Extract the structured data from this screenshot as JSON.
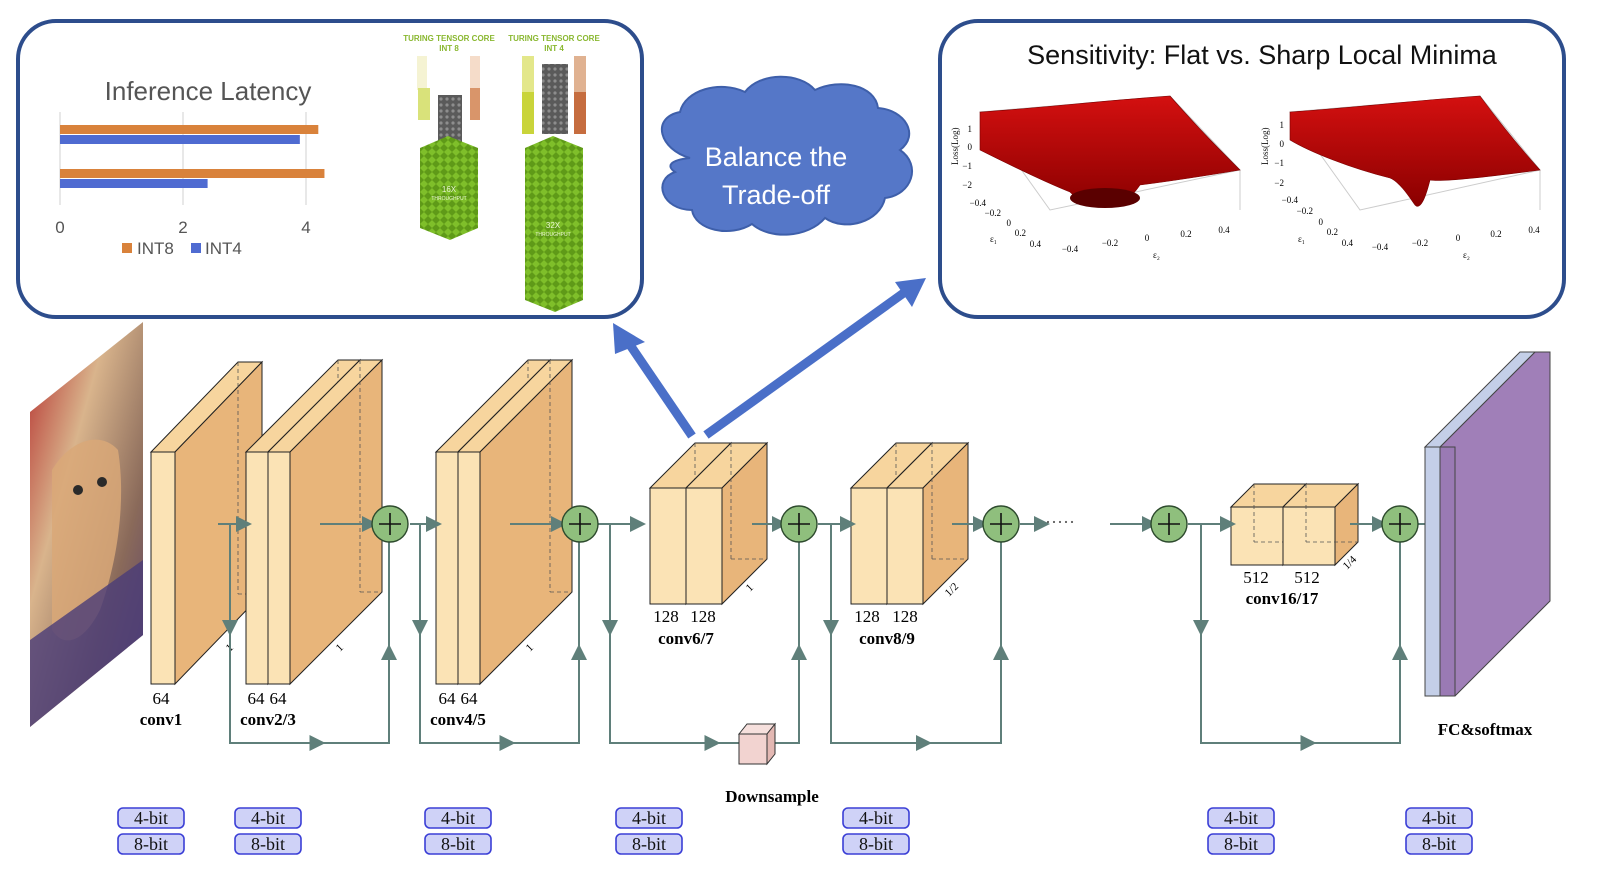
{
  "latency_panel": {
    "title": "Inference Latency",
    "legend": [
      "INT8",
      "INT4"
    ],
    "colors": {
      "INT8": "#d9823b",
      "INT4": "#4f6bd1"
    },
    "chart_data": {
      "type": "bar",
      "orientation": "horizontal",
      "title": "Inference Latency",
      "categories": [
        "",
        ""
      ],
      "series": [
        {
          "name": "INT8",
          "values": [
            4.2,
            4.3
          ]
        },
        {
          "name": "INT4",
          "values": [
            3.9,
            2.4
          ]
        }
      ],
      "xlim": [
        0,
        4.5
      ],
      "xticks": [
        0,
        2,
        4
      ],
      "grid": true,
      "legend_position": "bottom"
    },
    "core_int8": {
      "title_line1": "TURING TENSOR CORE",
      "title_line2": "INT 8",
      "throughput": "16X",
      "throughput_label": "THROUGHPUT"
    },
    "core_int4": {
      "title_line1": "TURING TENSOR CORE",
      "title_line2": "INT 4",
      "throughput": "32X",
      "throughput_label": "THROUGHPUT"
    }
  },
  "cloud_text": [
    "Balance the",
    "Trade-off"
  ],
  "sensitivity_panel": {
    "title": "Sensitivity: Flat vs. Sharp Local Minima",
    "zlabel": "Loss(Log)",
    "z_ticks": [
      "1",
      "0",
      "−1",
      "−2"
    ],
    "x_ticks": [
      "−0.4",
      "−0.2",
      "0",
      "0.2",
      "0.4"
    ],
    "y_ticks": [
      "−0.4",
      "−0.2",
      "0",
      "0.2",
      "0.4"
    ],
    "x_label": "ε₁",
    "y_label": "ε₂"
  },
  "layers": {
    "conv1": {
      "label": "conv1",
      "channels": [
        "64"
      ],
      "scale": "1"
    },
    "conv2_3": {
      "label": "conv2/3",
      "channels": [
        "64",
        "64"
      ],
      "scale": "1"
    },
    "conv4_5": {
      "label": "conv4/5",
      "channels": [
        "64",
        "64"
      ],
      "scale": "1"
    },
    "conv6_7": {
      "label": "conv6/7",
      "channels": [
        "128",
        "128"
      ],
      "scale": "1"
    },
    "conv8_9": {
      "label": "conv8/9",
      "channels": [
        "128",
        "128"
      ],
      "scale": "1/2"
    },
    "conv16_17": {
      "label": "conv16/17",
      "channels": [
        "512",
        "512"
      ],
      "scale": "1/4"
    },
    "fc": {
      "label": "FC&softmax"
    }
  },
  "downsample_label": "Downsample",
  "ellipsis": "·····",
  "bit_options": [
    "4-bit",
    "8-bit"
  ],
  "bit_badge_groups": 7,
  "colors": {
    "panel_border": "#2d4d8c",
    "arrow": "#4a6fc8",
    "cloud": "#5577c8",
    "conv_face": "#f0c088",
    "conv_light": "#fbe3b5",
    "conv_top": "#f7d59e",
    "conv_side": "#e8b57a",
    "plus_node": "#8fbf7d",
    "connector": "#5f7f7a",
    "fc_front": "#c4cfe8",
    "fc_back": "#a07fb8",
    "surface": "#c00000"
  }
}
